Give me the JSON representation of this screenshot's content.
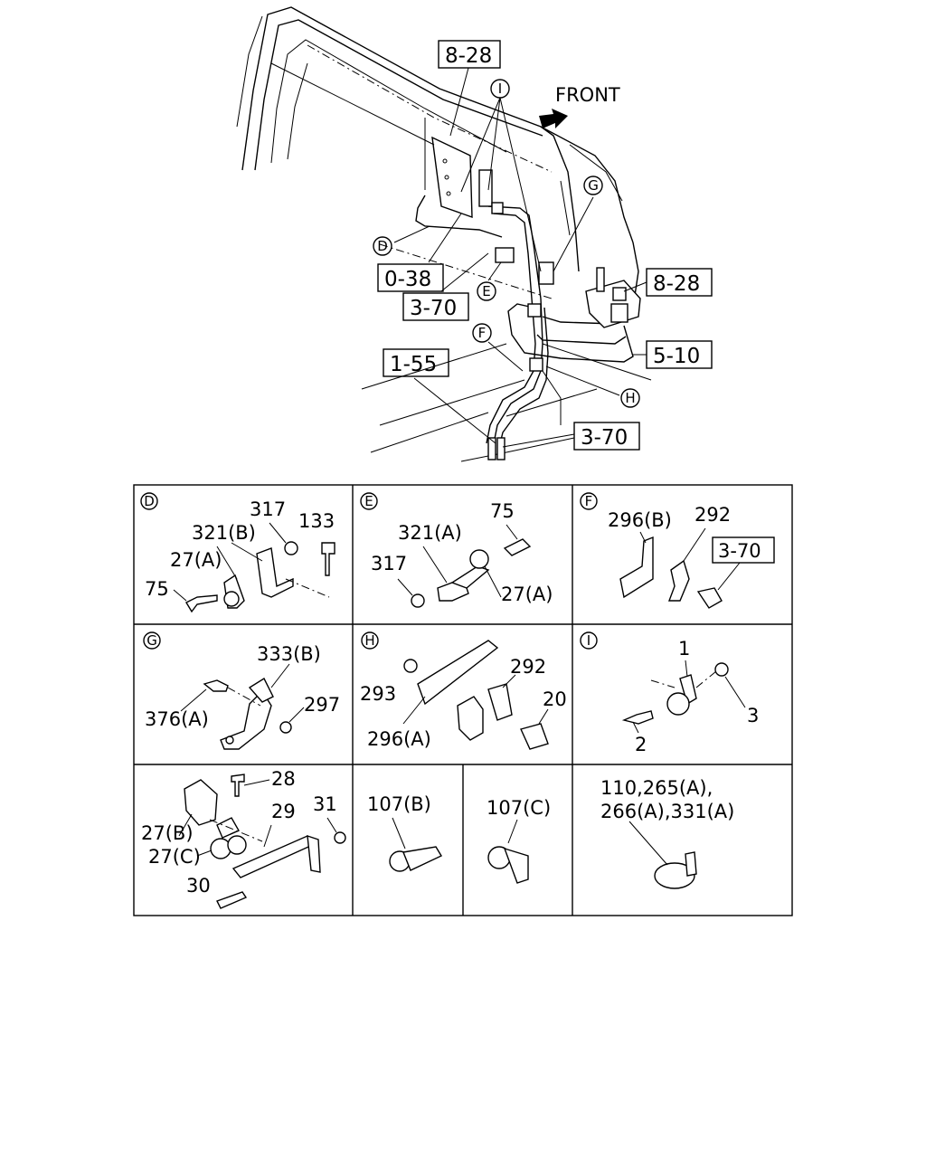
{
  "main": {
    "front_label": "FRONT",
    "refs": {
      "r828_top": "8-28",
      "r828_right": "8-28",
      "r038": "0-38",
      "r370_a": "3-70",
      "r510": "5-10",
      "r155": "1-55",
      "r370_b": "3-70"
    },
    "circles": {
      "I": "I",
      "G": "G",
      "D": "D",
      "E": "E",
      "F": "F",
      "H": "H"
    }
  },
  "panels": {
    "D": {
      "letter": "D",
      "labels": [
        "317",
        "133",
        "321(B)",
        "27(A)",
        "75"
      ]
    },
    "E": {
      "letter": "E",
      "labels": [
        "75",
        "321(A)",
        "317",
        "27(A)"
      ]
    },
    "F": {
      "letter": "F",
      "labels": [
        "296(B)",
        "292",
        "3-70"
      ]
    },
    "G": {
      "letter": "G",
      "labels": [
        "333(B)",
        "297",
        "376(A)"
      ]
    },
    "H": {
      "letter": "H",
      "labels": [
        "292",
        "293",
        "20",
        "296(A)"
      ]
    },
    "I": {
      "letter": "I",
      "labels": [
        "1",
        "3",
        "2"
      ]
    },
    "row3": {
      "labels": [
        "28",
        "29",
        "31",
        "27(B)",
        "27(C)",
        "30"
      ]
    },
    "row3b": {
      "labels": [
        "107(B)"
      ]
    },
    "row3c": {
      "labels": [
        "107(C)"
      ]
    },
    "row3d": {
      "labels": [
        "110,265(A),",
        "266(A),331(A)"
      ]
    }
  }
}
